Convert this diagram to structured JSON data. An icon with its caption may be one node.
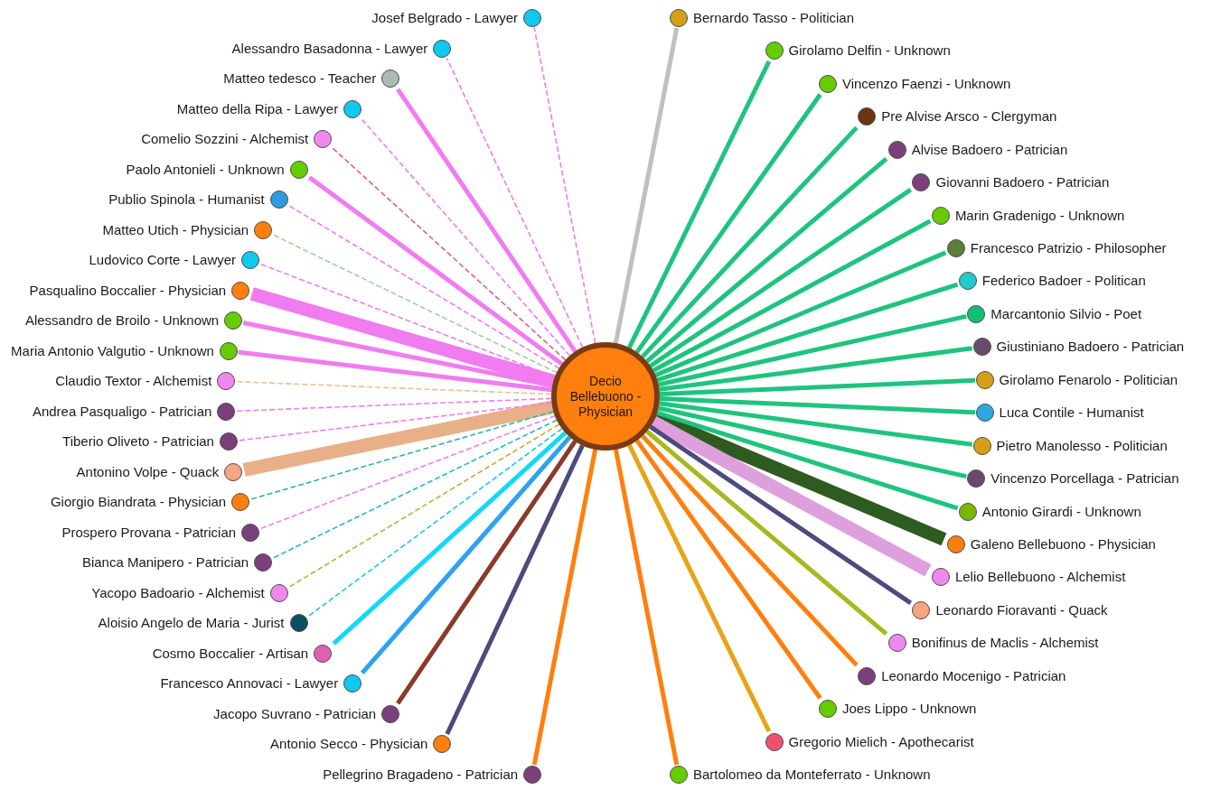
{
  "diagram": {
    "nodes": [
      {
        "text": [
          "Decio Bellebuono - Physician"
        ]
      },
      {
        "text": [
          "Bernardo Tasso - Politician"
        ]
      },
      {
        "text": [
          "Girolamo Delfin - Unknown"
        ]
      },
      {
        "text": [
          "Vincenzo Faenzi - Unknown"
        ]
      },
      {
        "text": [
          "Pre Alvise Arsco - Clergyman"
        ]
      },
      {
        "text": [
          "Alvise Badoero - Patrician"
        ]
      },
      {
        "text": [
          "Giovanni Badoero - Patrician"
        ]
      },
      {
        "text": [
          "Marin Gradenigo - Unknown"
        ]
      },
      {
        "text": [
          "Francesco Patrizio - Philosopher"
        ]
      },
      {
        "text": [
          "Federico Badoer - Politican"
        ]
      },
      {
        "text": [
          "Marcantonio Silvio - Poet"
        ]
      },
      {
        "text": [
          "Giustiniano Badoero - Patrician"
        ]
      },
      {
        "text": [
          "Girolamo Fenarolo - Politician"
        ]
      },
      {
        "text": [
          "Luca Contile - Humanist"
        ]
      },
      {
        "text": [
          "Pietro Manolesso - Politician"
        ]
      },
      {
        "text": [
          "Vincenzo Porcellaga - Patrician"
        ]
      },
      {
        "text": [
          "Antonio Girardi - Unknown"
        ]
      },
      {
        "text": [
          "Galeno Bellebuono - Physician"
        ]
      },
      {
        "text": [
          "Lelio Bellebuono - Alchemist"
        ]
      },
      {
        "text": [
          "Leonardo Fioravanti - Quack"
        ]
      },
      {
        "text": [
          "Bonifinus de Maclis - Alchemist"
        ]
      },
      {
        "text": [
          "Leonardo Mocenigo - Patrician"
        ]
      },
      {
        "text": [
          "Joes Lippo - Unknown"
        ]
      },
      {
        "text": [
          "Gregorio Mielich - Apothecarist"
        ]
      },
      {
        "text": [
          "Bartolomeo da Monteferrato - Unknown"
        ]
      },
      {
        "text": [
          "Pellegrino Bragadeno - Patrician"
        ]
      },
      {
        "text": [
          "Antonio Secco - Physician"
        ]
      },
      {
        "text": [
          "Jacopo Suvrano - Patrician"
        ]
      },
      {
        "text": [
          "Francesco Annovaci - Lawyer"
        ]
      },
      {
        "text": [
          "Cosmo Boccalier - Artisan"
        ]
      },
      {
        "text": [
          "Aloisio Angelo de Maria - Jurist"
        ]
      },
      {
        "text": [
          "Yacopo Badoario - Alchemist"
        ]
      },
      {
        "text": [
          "Bianca Manipero - Patrician"
        ]
      },
      {
        "text": [
          "Prospero Provana - Patrician"
        ]
      },
      {
        "text": [
          "Giorgio Biandrata - Physician"
        ]
      },
      {
        "text": [
          "Antonino Volpe - Quack"
        ]
      },
      {
        "text": [
          "Tiberio Oliveto - Patrician"
        ]
      },
      {
        "text": [
          "Andrea Pasqualigo - Patrician"
        ]
      },
      {
        "text": [
          "Claudio Textor - Alchemist"
        ]
      },
      {
        "text": [
          "Maria Antonio Valgutio - Unknown"
        ]
      },
      {
        "text": [
          "Alessandro de Broilo - Unknown"
        ]
      },
      {
        "text": [
          "Pasqualino Boccalier - Physician"
        ]
      },
      {
        "text": [
          "Ludovico Corte - Lawyer"
        ]
      },
      {
        "text": [
          "Matteo Utich - Physician"
        ]
      },
      {
        "text": [
          "Publio Spinola - Humanist"
        ]
      },
      {
        "text": [
          "Paolo Antonieli - Unknown"
        ]
      },
      {
        "text": [
          "Comelio Sozzini - Alchemist"
        ]
      },
      {
        "text": [
          "Matteo della Ripa - Lawyer"
        ]
      },
      {
        "text": [
          "Matteo tedesco - Teacher"
        ]
      },
      {
        "text": [
          "Alessandro Basadonna - Lawyer"
        ]
      },
      {
        "text": [
          "Josef Belgrado - Lawyer"
        ]
      }
    ],
    "edges": [
      {
        "from": 0,
        "to": 1,
        "arrow": "none",
        "color": "#c0c0c0"
      },
      {
        "from": 0,
        "to": 2,
        "arrow": "none"
      },
      {
        "from": 0,
        "to": 3,
        "arrow": "none"
      },
      {
        "from": 0,
        "to": 4,
        "arrow": "none"
      },
      {
        "from": 0,
        "to": 5,
        "arrow": "none"
      },
      {
        "from": 0,
        "to": 6,
        "arrow": "none"
      },
      {
        "from": 0,
        "to": 7,
        "arrow": "none"
      },
      {
        "from": 0,
        "to": 8,
        "arrow": "none"
      },
      {
        "from": 0,
        "to": 9,
        "arrow": "none"
      },
      {
        "from": 0,
        "to": 10,
        "arrow": "none"
      },
      {
        "from": 0,
        "to": 11,
        "arrow": "none"
      },
      {
        "from": 0,
        "to": 12,
        "arrow": "none"
      },
      {
        "from": 0,
        "to": 13,
        "arrow": "none"
      },
      {
        "from": 0,
        "to": 14,
        "arrow": "none"
      },
      {
        "from": 0,
        "to": 15,
        "arrow": "none"
      },
      {
        "from": 0,
        "to": 16,
        "arrow": "none"
      },
      {
        "from": 0,
        "to": 17,
        "arrow": "none",
        "style": "thick",
        "color": "#2e5b1f"
      },
      {
        "from": 0,
        "to": 18,
        "arrow": "none",
        "style": "thick",
        "color": "#dda0dd"
      },
      {
        "from": 0,
        "to": 19,
        "arrow": "none",
        "color": "#4b4b7d"
      },
      {
        "from": 0,
        "to": 20,
        "arrow": "none",
        "color": "#a8b820"
      },
      {
        "from": 0,
        "to": 21,
        "arrow": "none",
        "color": "#ff7f0e"
      },
      {
        "from": 0,
        "to": 22,
        "arrow": "none",
        "color": "#ff7f0e"
      },
      {
        "from": 0,
        "to": 23,
        "arrow": "none",
        "color": "#e8a317"
      },
      {
        "from": 0,
        "to": 24,
        "arrow": "none",
        "color": "#ff7f0e"
      },
      {
        "from": 0,
        "to": 25,
        "arrow": "none",
        "color": "#ff7f0e"
      },
      {
        "from": 0,
        "to": 26,
        "arrow": "none",
        "color": "#4b4b7d"
      },
      {
        "from": 0,
        "to": 27,
        "arrow": "none",
        "color": "#8b3a2a"
      },
      {
        "from": 0,
        "to": 28,
        "arrow": "none",
        "color": "#2ea2f0"
      },
      {
        "from": 0,
        "to": 29,
        "arrow": "none",
        "color": "#14d8f8"
      },
      {
        "from": 0,
        "to": 30,
        "arrow": "none",
        "style": "dashed",
        "color": "#22c4e4"
      },
      {
        "from": 0,
        "to": 31,
        "arrow": "none",
        "style": "dashed",
        "color": "#b4b43a"
      },
      {
        "from": 0,
        "to": 32,
        "arrow": "none",
        "style": "dashed",
        "color": "#22b8c4"
      },
      {
        "from": 0,
        "to": 33,
        "arrow": "none",
        "style": "dashed",
        "color": "#f07cf0"
      },
      {
        "from": 0,
        "to": 34,
        "arrow": "none",
        "style": "dashed",
        "color": "#2fb4ac"
      },
      {
        "from": 0,
        "to": 35,
        "arrow": "none",
        "style": "thick",
        "color": "#e8b088"
      },
      {
        "from": 0,
        "to": 36,
        "arrow": "none",
        "style": "dashed",
        "color": "#f07cf0"
      },
      {
        "from": 0,
        "to": 37,
        "arrow": "none",
        "style": "dashed",
        "color": "#f07cf0"
      },
      {
        "from": 0,
        "to": 38,
        "arrow": "none",
        "style": "dashed",
        "color": "#f0be90"
      },
      {
        "from": 0,
        "to": 39,
        "arrow": "none",
        "color": "#f07cf0"
      },
      {
        "from": 0,
        "to": 40,
        "arrow": "none",
        "color": "#f07cf0"
      },
      {
        "from": 0,
        "to": 41,
        "arrow": "none",
        "style": "thick",
        "color": "#f07cf0"
      },
      {
        "from": 0,
        "to": 42,
        "arrow": "none",
        "style": "dashed",
        "color": "#f07cf0"
      },
      {
        "from": 0,
        "to": 43,
        "arrow": "none",
        "style": "dashed",
        "color": "#9ad49a"
      },
      {
        "from": 0,
        "to": 44,
        "arrow": "none",
        "style": "dashed",
        "color": "#f07cf0"
      },
      {
        "from": 0,
        "to": 45,
        "arrow": "none",
        "color": "#f07cf0"
      },
      {
        "from": 0,
        "to": 46,
        "arrow": "none",
        "style": "dashed",
        "color": "#e0607e"
      },
      {
        "from": 0,
        "to": 47,
        "arrow": "none",
        "style": "dashed",
        "color": "#f07cf0"
      },
      {
        "from": 0,
        "to": 48,
        "arrow": "none",
        "color": "#f07cf0"
      },
      {
        "from": 0,
        "to": 49,
        "arrow": "none",
        "style": "dashed",
        "color": "#f07cf0"
      },
      {
        "from": 0,
        "to": 50,
        "arrow": "none",
        "style": "dashed",
        "color": "#f07cf0"
      }
    ]
  }
}
